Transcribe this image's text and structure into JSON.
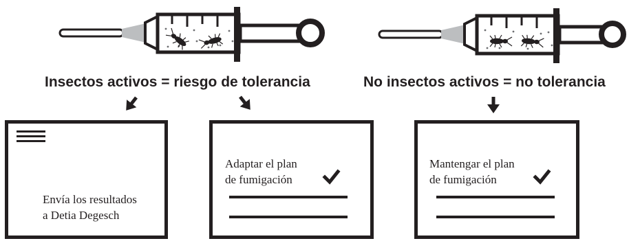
{
  "headings": {
    "left": "Insectos activos = riesgo de tolerancia",
    "right": "No insectos activos = no tolerancia"
  },
  "boxes": {
    "send": {
      "line1": "Envía los resultados",
      "line2": "a Detia Degesch"
    },
    "adapt": {
      "line1": "Adaptar el plan",
      "line2": "de fumigación"
    },
    "maintain": {
      "line1": "Mantengar el plan",
      "line2": "de fumigación"
    }
  },
  "icons": {
    "syringe": "syringe-icon",
    "beetle": "beetle-icon",
    "arrow": "arrow-icon",
    "menu": "hamburger-menu-icon",
    "check": "checkmark-icon"
  },
  "colors": {
    "ink": "#231f20",
    "needle": "#bcbec0",
    "background": "#ffffff"
  }
}
